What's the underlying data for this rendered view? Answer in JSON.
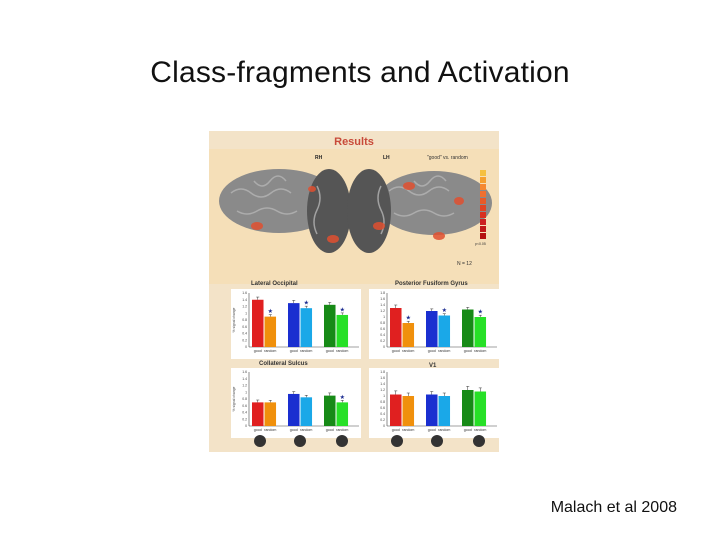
{
  "slide": {
    "title": "Class-fragments and Activation",
    "citation": "Malach et al 2008"
  },
  "figure": {
    "title": "Results",
    "left_hemisphere_label": "RH",
    "right_hemisphere_label": "LH",
    "contrast_label": "\"good\" vs. random",
    "subject_count": "N = 12",
    "p_value": "p<0.05",
    "colors": {
      "red": "#e02020",
      "orange": "#f0900c",
      "blue": "#1a2fd0",
      "cyan": "#1aa8e8",
      "dark_green": "#178a17",
      "light_green": "#27e027"
    }
  },
  "chart_data": [
    {
      "type": "bar",
      "title": "Lateral Occipital",
      "ylabel": "% signal change",
      "categories": [
        "good",
        "random",
        "good",
        "random",
        "good",
        "random"
      ],
      "values": [
        1.4,
        0.9,
        1.3,
        1.15,
        1.25,
        0.95
      ],
      "errors": [
        0.08,
        0.06,
        0.08,
        0.06,
        0.07,
        0.06
      ],
      "stars": [
        1,
        3,
        5
      ],
      "ylim": [
        0,
        1.6
      ],
      "yticks": [
        "1.6",
        "1.4",
        "1.2",
        "1",
        "0.8",
        "0.6",
        "0.4",
        "0.2",
        "0"
      ]
    },
    {
      "type": "bar",
      "title": "Posterior Fusiform Gyrus",
      "ylabel": "",
      "categories": [
        "good",
        "random",
        "good",
        "random",
        "good",
        "random"
      ],
      "values": [
        1.3,
        0.8,
        1.2,
        1.05,
        1.25,
        1.0
      ],
      "errors": [
        0.1,
        0.06,
        0.07,
        0.06,
        0.07,
        0.06
      ],
      "stars": [
        1,
        3,
        5
      ],
      "ylim": [
        0,
        1.8
      ],
      "yticks": [
        "1.8",
        "1.6",
        "1.4",
        "1.2",
        "1",
        "0.8",
        "0.6",
        "0.4",
        "0.2",
        "0"
      ]
    },
    {
      "type": "bar",
      "title": "Collateral Sulcus",
      "ylabel": "% signal change",
      "categories": [
        "good",
        "random",
        "good",
        "random",
        "good",
        "random"
      ],
      "values": [
        0.7,
        0.7,
        0.95,
        0.85,
        0.9,
        0.7
      ],
      "errors": [
        0.07,
        0.06,
        0.07,
        0.06,
        0.08,
        0.06
      ],
      "stars": [
        5
      ],
      "ylim": [
        0,
        1.6
      ],
      "yticks": [
        "1.6",
        "1.4",
        "1.2",
        "1",
        "0.8",
        "0.6",
        "0.4",
        "0.2",
        "0"
      ]
    },
    {
      "type": "bar",
      "title": "V1",
      "ylabel": "",
      "categories": [
        "good",
        "random",
        "good",
        "random",
        "good",
        "random"
      ],
      "values": [
        1.05,
        1.0,
        1.05,
        1.0,
        1.2,
        1.15
      ],
      "errors": [
        0.12,
        0.1,
        0.1,
        0.1,
        0.12,
        0.12
      ],
      "stars": [],
      "ylim": [
        0,
        1.8
      ],
      "yticks": [
        "1.8",
        "1.6",
        "1.4",
        "1.2",
        "1",
        "0.8",
        "0.6",
        "0.4",
        "0.2",
        "0"
      ]
    }
  ]
}
